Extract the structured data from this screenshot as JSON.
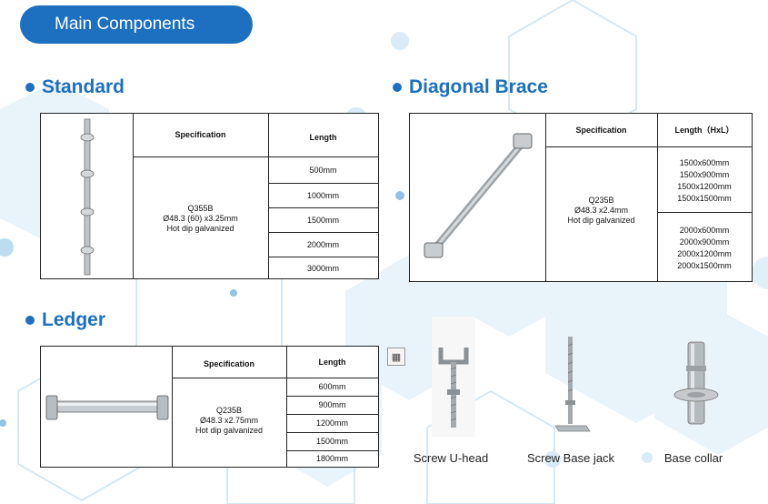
{
  "banner": {
    "title": "Main Components"
  },
  "standard": {
    "title": "Standard",
    "spec_header": "Specification",
    "length_header": "Length",
    "spec_lines": [
      "Q355B",
      "Ø48.3 (60) x3.25mm",
      "Hot dip galvanized"
    ],
    "lengths": [
      "500mm",
      "1000mm",
      "1500mm",
      "2000mm",
      "3000mm"
    ]
  },
  "diagonal": {
    "title": "Diagonal Brace",
    "spec_header": "Specification",
    "length_header": "Length（HxL）",
    "spec_lines": [
      "Q235B",
      "Ø48.3 x2.4mm",
      "Hot dip galvanized"
    ],
    "group1": [
      "1500x600mm",
      "1500x900mm",
      "1500x1200mm",
      "1500x1500mm"
    ],
    "group2": [
      "2000x600mm",
      "2000x900mm",
      "2000x1200mm",
      "2000x1500mm"
    ]
  },
  "ledger": {
    "title": "Ledger",
    "spec_header": "Specification",
    "length_header": "Length",
    "spec_lines": [
      "Q235B",
      "Ø48.3 x2.75mm",
      "Hot dip galvanized"
    ],
    "lengths": [
      "600mm",
      "900mm",
      "1200mm",
      "1500mm",
      "1800mm"
    ]
  },
  "products": {
    "screw_u_head": "Screw U-head",
    "screw_base_jack": "Screw Base jack",
    "base_collar": "Base collar"
  },
  "colors": {
    "accent": "#1d6fbf",
    "hex_bg": "#e6f2f9"
  },
  "icons": [
    "table-icon"
  ]
}
